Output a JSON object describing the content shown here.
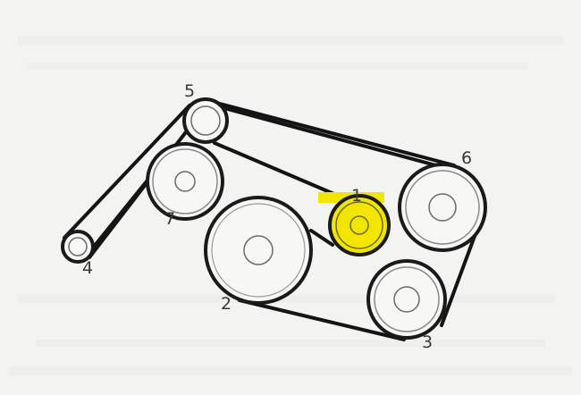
{
  "diagram": {
    "colors": {
      "background": "#f3f3f1",
      "belt": "#141414",
      "pulley_face": "#f7f7f5",
      "pulley_edge": "#1a1a1a",
      "hub": "#6a6a6a",
      "highlight": "#f2e600",
      "label": "#3a3a3a"
    },
    "pulleys": [
      {
        "id": "p1",
        "label": "1",
        "highlighted": true
      },
      {
        "id": "p2",
        "label": "2",
        "highlighted": false
      },
      {
        "id": "p3",
        "label": "3",
        "highlighted": false
      },
      {
        "id": "p4",
        "label": "4",
        "highlighted": false
      },
      {
        "id": "p5",
        "label": "5",
        "highlighted": false
      },
      {
        "id": "p6",
        "label": "6",
        "highlighted": false
      },
      {
        "id": "p7",
        "label": "7",
        "highlighted": false
      }
    ]
  }
}
